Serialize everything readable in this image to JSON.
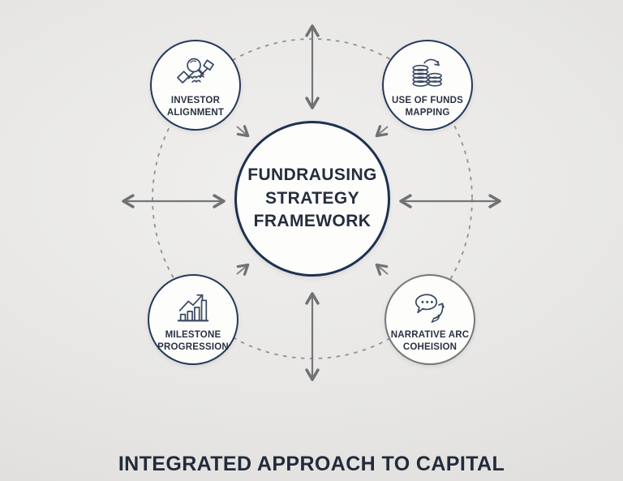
{
  "diagram": {
    "center_node": {
      "label_lines": [
        "FUNDRAUSING",
        "STRATEGY",
        "FRAMEWORK"
      ]
    },
    "nodes": [
      {
        "id": "investor-alignment",
        "label_line1": "INVESTOR",
        "label_line2": "ALIGNMENT",
        "icon": "handshake-magnifier-icon",
        "border_color": "#24395c"
      },
      {
        "id": "use-of-funds-mapping",
        "label_line1": "USE OF FUNDS",
        "label_line2": "MAPPING",
        "icon": "coin-stacks-arrow-icon",
        "border_color": "#24395c"
      },
      {
        "id": "milestone-progression",
        "label_line1": "MILESTONE",
        "label_line2": "PROGRESSION",
        "icon": "bar-chart-growth-icon",
        "border_color": "#24395c"
      },
      {
        "id": "narrative-arc-coheision",
        "label_line1": "NARRATIVE ARC",
        "label_line2": "COHEISION",
        "icon": "speech-bubbles-arrow-icon",
        "border_color": "#77777a"
      }
    ],
    "footer_title": "INTEGRATED APPROACH TO CAPITAL",
    "colors": {
      "background": "#e9e8e6",
      "navy_border": "#24395c",
      "gray_border": "#77777a",
      "circle_fill": "#fdfdfc",
      "icon_stroke": "#3a4a63",
      "arrow_gray": "#73757a",
      "dashed_ring": "#90908e",
      "center_text": "#252e3d",
      "footer_text": "#222b3a"
    }
  }
}
